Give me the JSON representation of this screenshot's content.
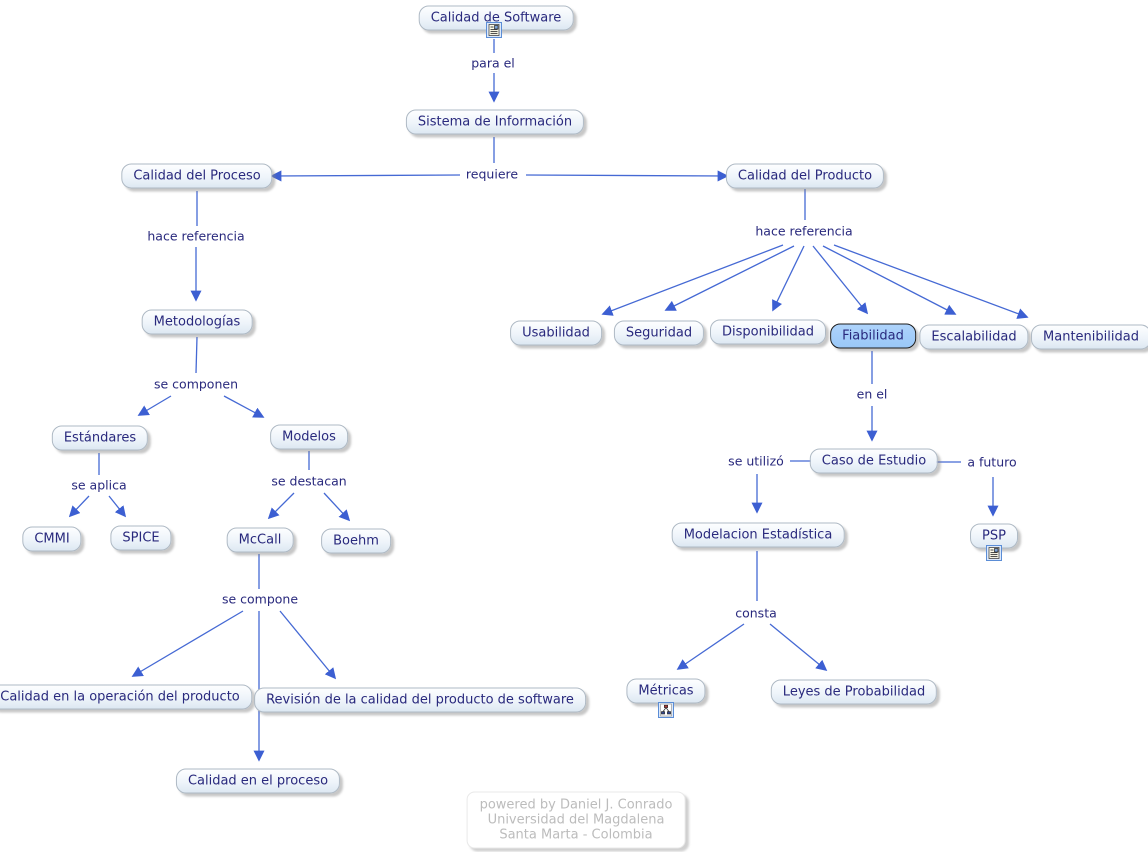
{
  "diagram": {
    "title": "Calidad de Software",
    "selected_node": "Fiabilidad",
    "nodes": {
      "calidad_software": "Calidad de Software",
      "sistema_informacion": "Sistema de Información",
      "calidad_proceso": "Calidad del Proceso",
      "calidad_producto": "Calidad del Producto",
      "metodologias": "Metodologías",
      "estandares": "Estándares",
      "modelos": "Modelos",
      "cmmi": "CMMI",
      "spice": "SPICE",
      "mccall": "McCall",
      "boehm": "Boehm",
      "calidad_operacion": "Calidad en la operación del producto",
      "revision_calidad": "Revisión de la calidad del producto de software",
      "calidad_en_proceso": "Calidad en el proceso",
      "usabilidad": "Usabilidad",
      "seguridad": "Seguridad",
      "disponibilidad": "Disponibilidad",
      "fiabilidad": "Fiabilidad",
      "escalabilidad": "Escalabilidad",
      "mantenibilidad": "Mantenibilidad",
      "caso_estudio": "Caso de Estudio",
      "modelacion": "Modelacion Estadística",
      "metricas": "Métricas",
      "leyes": "Leyes de Probabilidad",
      "psp": "PSP"
    },
    "links": {
      "para_el": "para el",
      "requiere": "requiere",
      "hace_referencia_left": "hace referencia",
      "se_componen": "se componen",
      "se_aplica": "se aplica",
      "se_destacan": "se destacan",
      "se_compone": "se compone",
      "hace_referencia_right": "hace referencia",
      "en_el": "en el",
      "se_utilizo": "se utilizó",
      "a_futuro": "a futuro",
      "consta": "consta"
    },
    "icons": {
      "calidad_software": "resource-icon",
      "psp": "resource-icon",
      "metricas": "cmap-icon"
    },
    "footer": {
      "line1": "powered by Daniel J. Conrado",
      "line2": "Universidad del Magdalena",
      "line3": "Santa Marta - Colombia"
    },
    "colors": {
      "arrow": "#4569d4",
      "node_text": "#29297d",
      "node_border": "#aeb9c4",
      "selected_fill": "#9ac8f8",
      "footer_text": "#bcbcbc"
    }
  }
}
